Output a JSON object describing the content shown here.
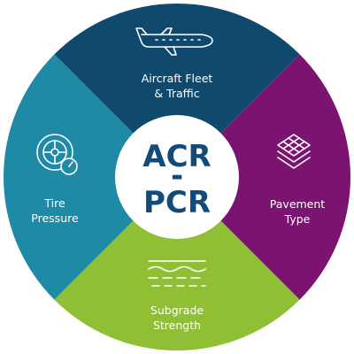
{
  "center": {
    "line1": "ACR",
    "line2": "-",
    "line3": "PCR",
    "text_color": "#124a78"
  },
  "segments": [
    {
      "id": "aircraft",
      "line1": "Aircraft Fleet",
      "line2": "& Traffic",
      "color": "#0f4a6e",
      "icon": "airplane-icon"
    },
    {
      "id": "pavement",
      "line1": "Pavement",
      "line2": "Type",
      "color": "#7b1470",
      "icon": "pavement-layers-icon"
    },
    {
      "id": "subgrade",
      "line1": "Subgrade",
      "line2": "Strength",
      "color": "#8fbf35",
      "icon": "soil-layers-icon"
    },
    {
      "id": "tire",
      "line1": "Tire",
      "line2": "Pressure",
      "color": "#1f8aa6",
      "icon": "tire-gauge-icon"
    }
  ]
}
